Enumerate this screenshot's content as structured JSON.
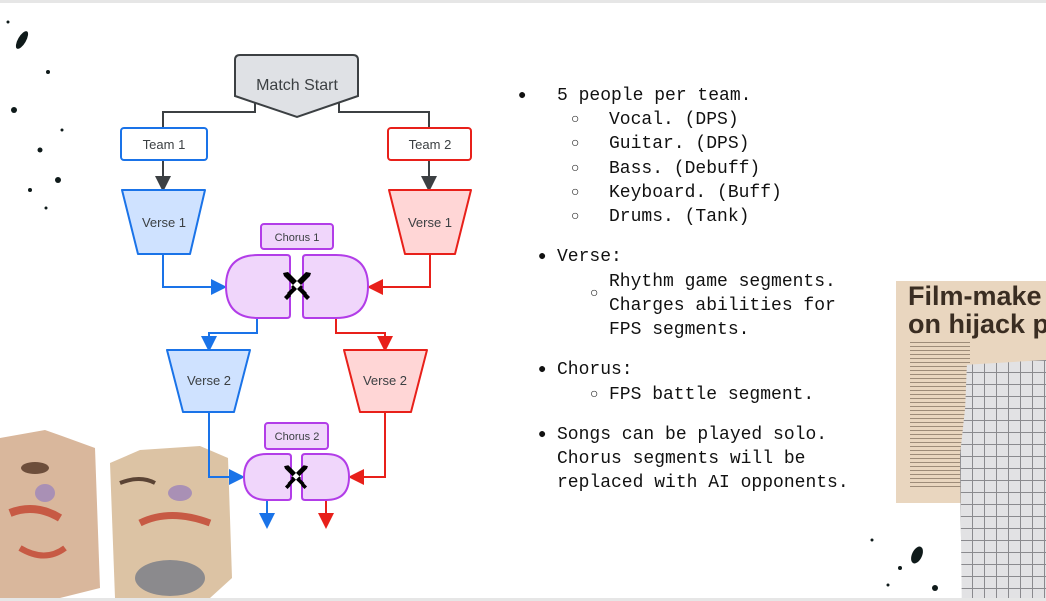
{
  "diagram": {
    "start": "Match Start",
    "team1": "Team 1",
    "team2": "Team 2",
    "team1_verse1": "Verse 1",
    "team2_verse1": "Verse 1",
    "chorus1": "Chorus 1",
    "team1_verse2": "Verse 2",
    "team2_verse2": "Verse 2",
    "chorus2": "Chorus 2",
    "battle_icon": "crossed-swords-icon",
    "colors": {
      "team1": "#1a73e8",
      "team1_fill": "#cfe2ff",
      "team2": "#e8201a",
      "team2_fill": "#ffd6d6",
      "chorus": "#b23de8",
      "chorus_fill": "#f0d6fb",
      "start_fill": "#dfe1e5"
    }
  },
  "notes": {
    "roles_heading": "5 people per team.",
    "roles": [
      "Vocal. (DPS)",
      "Guitar. (DPS)",
      "Bass. (Debuff)",
      "Keyboard. (Buff)",
      "Drums. (Tank)"
    ],
    "verse_heading": "Verse:",
    "verse_lines": [
      "Rhythm game segments.",
      "Charges abilities for",
      "FPS segments."
    ],
    "chorus_heading": "Chorus:",
    "chorus_line": "FPS battle segment.",
    "solo_lines": [
      "Songs can be played solo.",
      "Chorus segments will be",
      "replaced with AI opponents."
    ]
  },
  "newspaper": {
    "headline_1": "Film-make",
    "headline_2": "on hijack p"
  }
}
